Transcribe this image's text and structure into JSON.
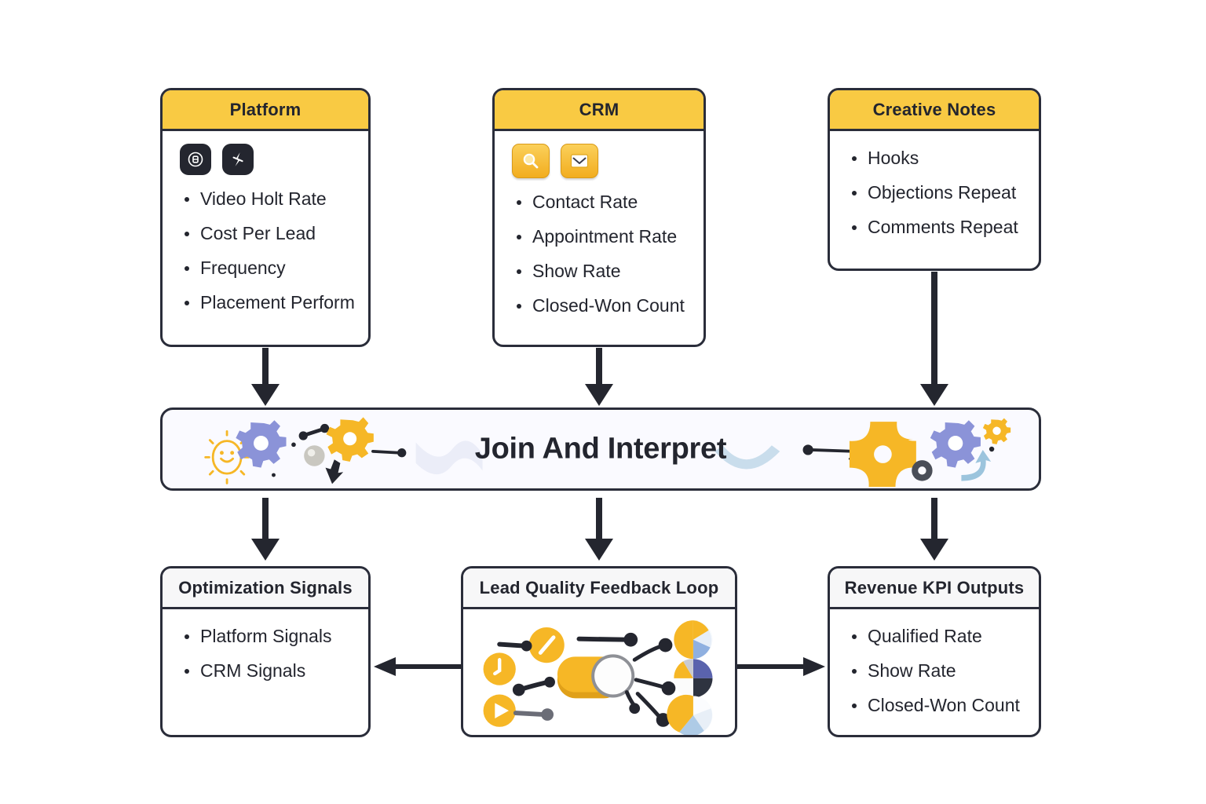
{
  "diagram": {
    "title": "Join And Interpret",
    "band_label": "Join And Interpret"
  },
  "colors": {
    "accent_yellow": "#f9ca43",
    "border_dark": "#2a2d3a",
    "text_dark": "#23252e",
    "band_bg": "#fafaff",
    "header_plain": "#f7f7f8",
    "gear_purple": "#8b93d8",
    "gear_yellow": "#f6b726",
    "pie_blue": "#5a63ad",
    "pie_light": "#cfd9ef",
    "pie_dark": "#2e3340"
  },
  "top_cards": [
    {
      "title": "Platform",
      "header_style": "yellow",
      "icons": [
        {
          "name": "circle-b-icon",
          "glyph": "B",
          "style": "dark"
        },
        {
          "name": "flame-f-icon",
          "glyph": "f",
          "style": "dark"
        }
      ],
      "items": [
        "Video Holt Rate",
        "Cost Per Lead",
        "Frequency",
        "Placement Perform"
      ]
    },
    {
      "title": "CRM",
      "header_style": "yellow",
      "icons": [
        {
          "name": "search-icon",
          "glyph": "⌕",
          "style": "yellow"
        },
        {
          "name": "envelope-check-icon",
          "glyph": "✉",
          "style": "yellow"
        }
      ],
      "items": [
        "Contact Rate",
        "Appointment Rate",
        "Show Rate",
        "Closed-Won Count"
      ]
    },
    {
      "title": "Creative Notes",
      "header_style": "yellow",
      "icons": [],
      "items": [
        "Hooks",
        "Objections Repeat",
        "Comments Repeat"
      ]
    }
  ],
  "bottom_cards": [
    {
      "title": "Optimization Signals",
      "header_style": "plain",
      "items": [
        "Platform Signals",
        "CRM Signals"
      ]
    },
    {
      "title": "Lead Quality Feedback Loop",
      "header_style": "plain",
      "items": []
    },
    {
      "title": "Revenue KPI Outputs",
      "header_style": "plain",
      "items": [
        "Qualified Rate",
        "Show Rate",
        "Closed-Won Count"
      ]
    }
  ],
  "connectors": [
    {
      "name": "arrow-platform-to-band",
      "direction": "down"
    },
    {
      "name": "arrow-crm-to-band",
      "direction": "down"
    },
    {
      "name": "arrow-creative-notes-to-band",
      "direction": "down"
    },
    {
      "name": "arrow-band-to-optimization",
      "direction": "down"
    },
    {
      "name": "arrow-band-to-feedback-loop",
      "direction": "down"
    },
    {
      "name": "arrow-band-to-revenue",
      "direction": "down"
    },
    {
      "name": "arrow-feedback-to-optimization",
      "direction": "left"
    },
    {
      "name": "arrow-feedback-to-revenue",
      "direction": "right"
    }
  ]
}
